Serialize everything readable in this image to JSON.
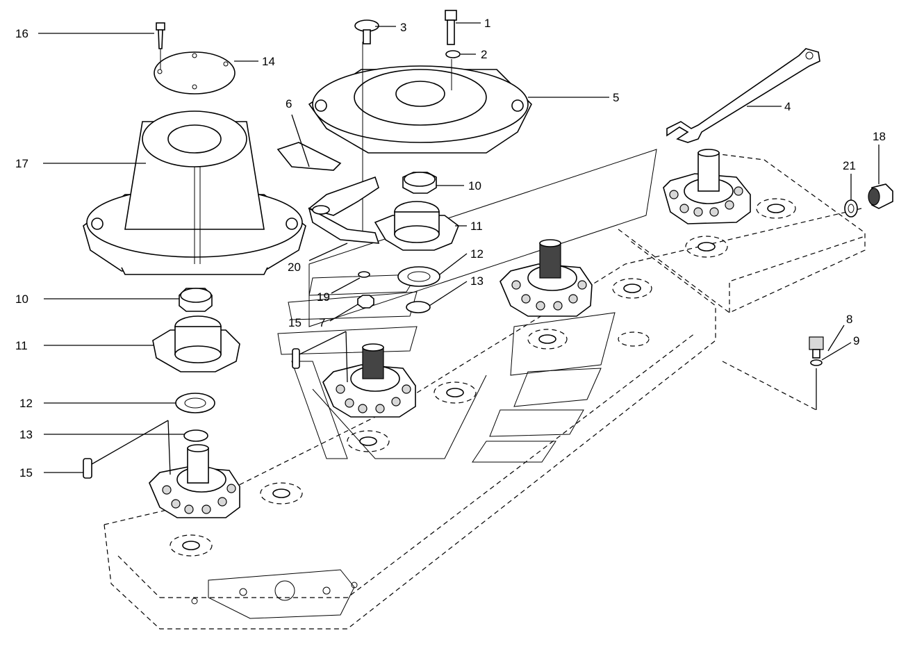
{
  "diagram": {
    "callouts": [
      {
        "id": "c16a",
        "label": "16"
      },
      {
        "id": "c3",
        "label": "3"
      },
      {
        "id": "c1",
        "label": "1"
      },
      {
        "id": "c2",
        "label": "2"
      },
      {
        "id": "c14",
        "label": "14"
      },
      {
        "id": "c5",
        "label": "5"
      },
      {
        "id": "c4",
        "label": "4"
      },
      {
        "id": "c6",
        "label": "6"
      },
      {
        "id": "c18",
        "label": "18"
      },
      {
        "id": "c17",
        "label": "17"
      },
      {
        "id": "c21",
        "label": "21"
      },
      {
        "id": "c10b",
        "label": "10"
      },
      {
        "id": "c11b",
        "label": "11"
      },
      {
        "id": "c20",
        "label": "20"
      },
      {
        "id": "c12b",
        "label": "12"
      },
      {
        "id": "c13b",
        "label": "13"
      },
      {
        "id": "c10a",
        "label": "10"
      },
      {
        "id": "c19",
        "label": "19"
      },
      {
        "id": "c7",
        "label": "7"
      },
      {
        "id": "c15b",
        "label": "15"
      },
      {
        "id": "c11a",
        "label": "11"
      },
      {
        "id": "c8",
        "label": "8"
      },
      {
        "id": "c9",
        "label": "9"
      },
      {
        "id": "c12a",
        "label": "12"
      },
      {
        "id": "c13a",
        "label": "13"
      },
      {
        "id": "c15a",
        "label": "15"
      }
    ]
  }
}
